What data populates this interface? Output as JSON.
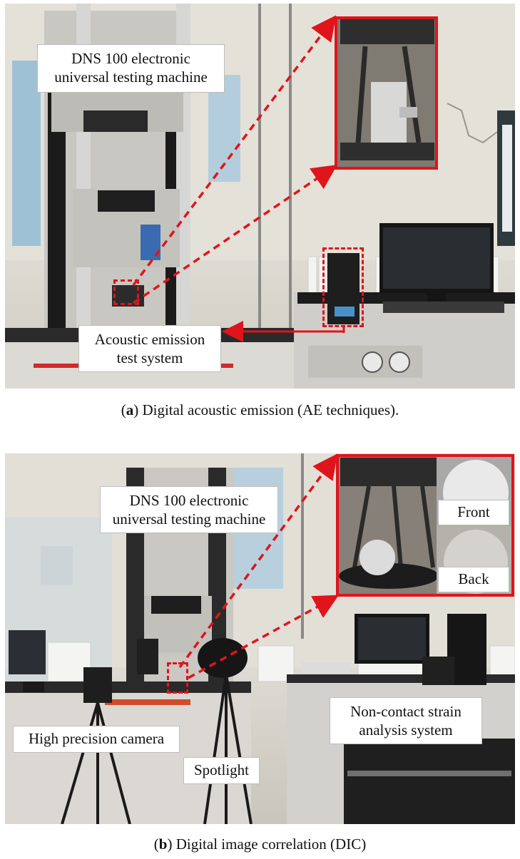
{
  "panel_a": {
    "labels": {
      "machine_line1": "DNS 100 electronic",
      "machine_line2": "universal testing machine",
      "ae_line1": "Acoustic emission",
      "ae_line2": "test system"
    },
    "caption_letter": "a",
    "caption_text": ") Digital acoustic emission (AE techniques).",
    "caption_open": "("
  },
  "panel_b": {
    "labels": {
      "machine_line1": "DNS 100 electronic",
      "machine_line2": "universal testing machine",
      "front": "Front",
      "back": "Back",
      "camera": "High precision camera",
      "spotlight": "Spotlight",
      "dic_line1": "Non-contact strain",
      "dic_line2": "analysis system"
    },
    "caption_letter": "b",
    "caption_text": ") Digital image correlation (DIC)",
    "caption_open": "("
  },
  "colors": {
    "highlight": "#e0141b"
  }
}
